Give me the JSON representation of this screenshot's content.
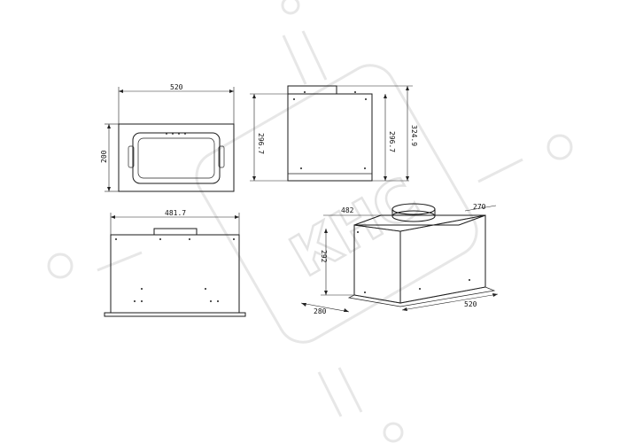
{
  "watermark": {
    "text": "КНС"
  },
  "front_view": {
    "width_label": "520",
    "height_label": "200"
  },
  "side_view": {
    "height_label": "296.7",
    "total_height_label": "324.9",
    "inner_height_label": "296.7"
  },
  "top_view": {
    "width_label": "481.7"
  },
  "iso_view": {
    "top_width_label": "482",
    "depth_label": "270",
    "height_label": "292",
    "base_depth_label": "280",
    "base_width_label": "520"
  },
  "colors": {
    "line": "#1a1a1a",
    "watermark": "#e3e3e3"
  }
}
